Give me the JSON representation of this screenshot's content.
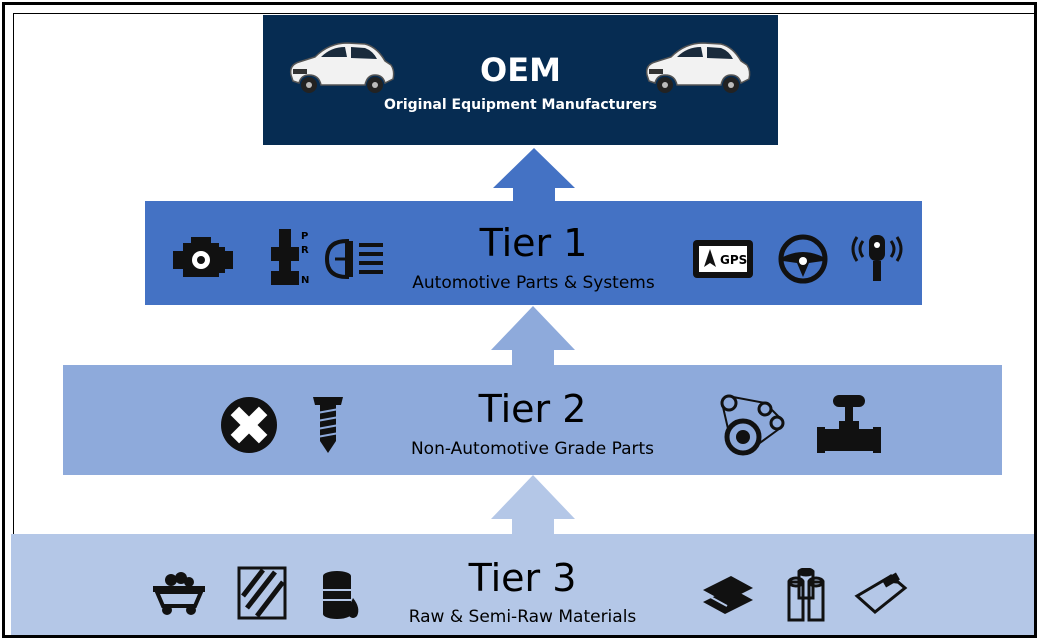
{
  "colors": {
    "oem": "#062c52",
    "tier1": "#4472c4",
    "tier2": "#8eaadb",
    "tier3": "#b4c7e7",
    "arrow1": "#4472c4",
    "arrow2": "#8eaadb",
    "arrow3": "#b4c7e7"
  },
  "oem": {
    "title": "OEM",
    "subtitle": "Original Equipment Manufacturers",
    "icons": [
      "car-icon",
      "car-icon"
    ]
  },
  "tier1": {
    "title": "Tier 1",
    "subtitle": "Automotive Parts & Systems",
    "icons": [
      "engine-icon",
      "gear-shift-icon",
      "headlight-icon",
      "gps-icon",
      "steering-wheel-icon",
      "car-key-icon"
    ],
    "gps_label": "GPS",
    "gear_labels": [
      "P",
      "R",
      "N"
    ]
  },
  "tier2": {
    "title": "Tier 2",
    "subtitle": "Non-Automotive Grade Parts",
    "icons": [
      "screw-head-icon",
      "screw-icon",
      "belt-pulley-icon",
      "valve-icon"
    ]
  },
  "tier3": {
    "title": "Tier 3",
    "subtitle": "Raw & Semi-Raw Materials",
    "icons": [
      "ore-cart-icon",
      "glass-icon",
      "oil-barrel-icon",
      "metal-bars-icon",
      "rolls-icon",
      "sheet-icon"
    ]
  }
}
